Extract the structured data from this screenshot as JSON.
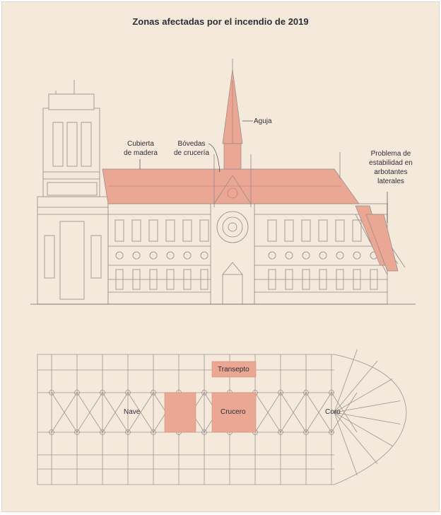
{
  "title": "Zonas afectadas por el incendio de 2019",
  "labels": {
    "cubierta": [
      "Cubierta",
      "de madera"
    ],
    "bovedas": [
      "Bóvedas",
      "de crucería"
    ],
    "aguja": "Aguja",
    "problema": [
      "Problema de",
      "estabilidad en",
      "arbotantes",
      "laterales"
    ]
  },
  "plan": {
    "nave": "Nave",
    "crucero": "Crucero",
    "transepto": "Transepto",
    "coro": "Coro"
  },
  "colors": {
    "background": "#f5e9db",
    "affected": "#eaa793",
    "line": "#8f8a86",
    "text": "#2e2e38"
  }
}
